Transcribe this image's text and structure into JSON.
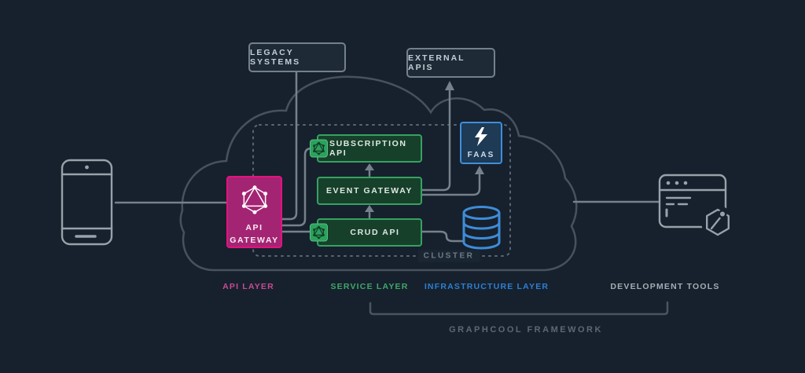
{
  "nodes": {
    "legacy_systems": "LEGACY SYSTEMS",
    "external_apis": "EXTERNAL APIS",
    "api_gateway_line1": "API",
    "api_gateway_line2": "GATEWAY",
    "subscription_api": "SUBSCRIPTION API",
    "event_gateway": "EVENT GATEWAY",
    "crud_api": "CRUD API",
    "faas": "FAAS",
    "cluster": "CLUSTER"
  },
  "layers": [
    {
      "label": "API LAYER",
      "color": "#c64a94"
    },
    {
      "label": "SERVICE LAYER",
      "color": "#3fa868"
    },
    {
      "label": "INFRASTRUCTURE LAYER",
      "color": "#2e7fd3"
    },
    {
      "label": "DEVELOPMENT TOOLS",
      "color": "#a2adb6"
    }
  ],
  "footer": {
    "framework": "GRAPHCOOL FRAMEWORK"
  },
  "icons": {
    "left_device": "smartphone-icon",
    "api_gateway": "graphql-logo-icon",
    "subscription_api": "graphql-logo-icon",
    "crud_api": "graphql-logo-icon",
    "faas": "lightning-bolt-icon",
    "infrastructure": "database-icon",
    "development_tools": "browser-window-icon",
    "cli_badge": "graphcool-cli-icon"
  },
  "colors": {
    "background": "#16212d",
    "cloud_outline": "#46525e",
    "wire": "#75818c",
    "api_accent": "#e5127f",
    "service_accent": "#36a261",
    "infrastructure_accent": "#3f8edc",
    "gray_node_border": "#74818c"
  }
}
